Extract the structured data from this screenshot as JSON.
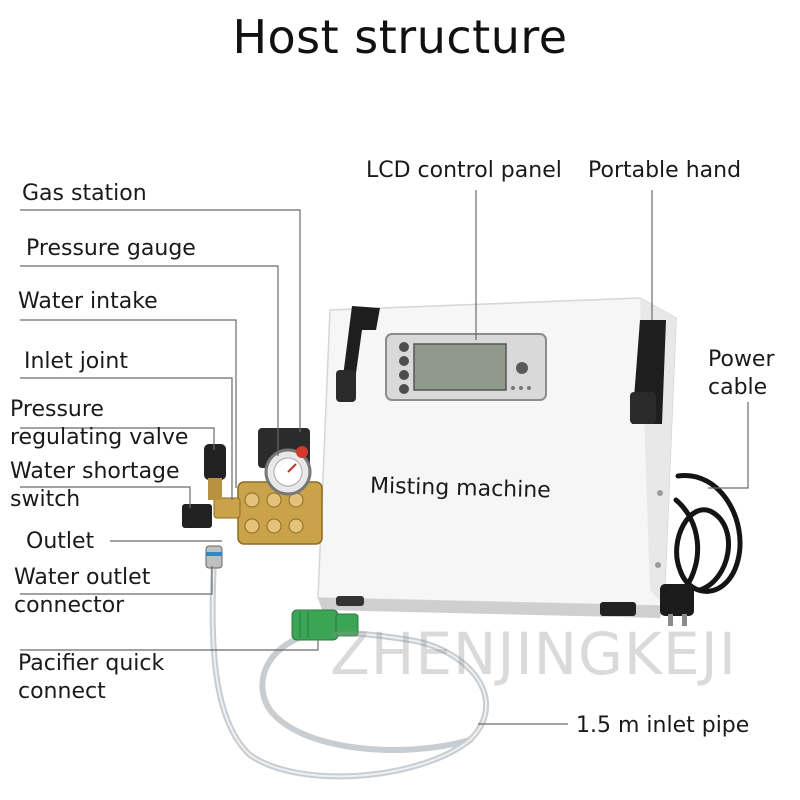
{
  "title": "Host structure",
  "labels": {
    "gas_station": "Gas station",
    "pressure_gauge": "Pressure gauge",
    "water_intake": "Water intake",
    "inlet_joint": "Inlet joint",
    "pressure_regulating_valve_1": "Pressure",
    "pressure_regulating_valve_2": "regulating valve",
    "water_shortage_switch_1": "Water shortage",
    "water_shortage_switch_2": "switch",
    "outlet": "Outlet",
    "water_outlet_connector_1": "Water outlet",
    "water_outlet_connector_2": "connector",
    "pacifier_quick_connect_1": "Pacifier quick",
    "pacifier_quick_connect_2": "connect",
    "lcd_control_panel": "LCD control panel",
    "portable_hand": "Portable hand",
    "power_cable_1": "Power",
    "power_cable_2": "cable",
    "inlet_pipe": "1.5 m inlet pipe"
  },
  "machine_text": "Misting machine",
  "watermark": "ZHENJINGKEJI",
  "colors": {
    "machine_body": "#f4f4f4",
    "handle": "#1c1c1c",
    "brass": "#c9a24a",
    "green_connector": "#3aa655",
    "leader_line": "#6a6a6a"
  }
}
